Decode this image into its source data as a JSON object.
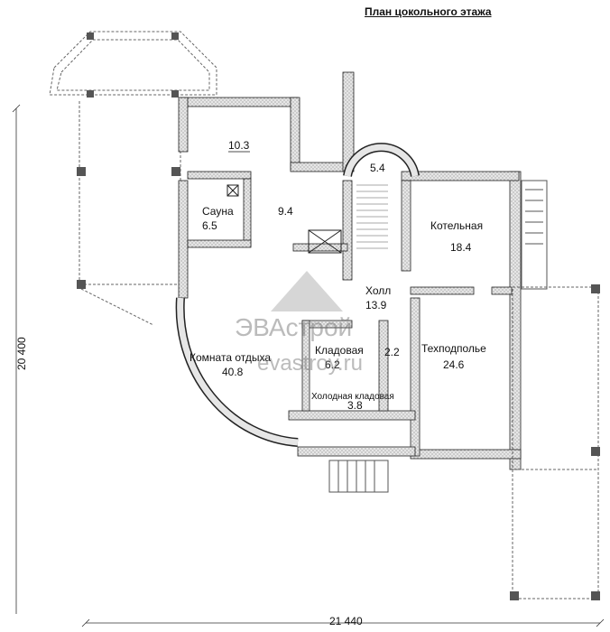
{
  "title": "План цокольного этажа",
  "rooms": {
    "r103": {
      "area": "10.3"
    },
    "sauna": {
      "name": "Сауна",
      "area": "6.5"
    },
    "r94": {
      "area": "9.4"
    },
    "stair": {
      "area": "5.4"
    },
    "boiler": {
      "name": "Котельная",
      "area": "18.4"
    },
    "hall": {
      "name": "Холл",
      "area": "13.9"
    },
    "lounge": {
      "name": "Комната отдыха",
      "area": "40.8"
    },
    "storage": {
      "name": "Кладовая",
      "area": "6.2"
    },
    "r22": {
      "area": "2.2"
    },
    "crawl": {
      "name": "Техподполье",
      "area": "24.6"
    },
    "cold": {
      "name": "Холодная кладовая",
      "area": "3.8"
    }
  },
  "dimensions": {
    "width": "21 440",
    "height": "20 400"
  },
  "watermark": {
    "brand": "ЭВАстрой",
    "site": "evastroy.ru"
  }
}
